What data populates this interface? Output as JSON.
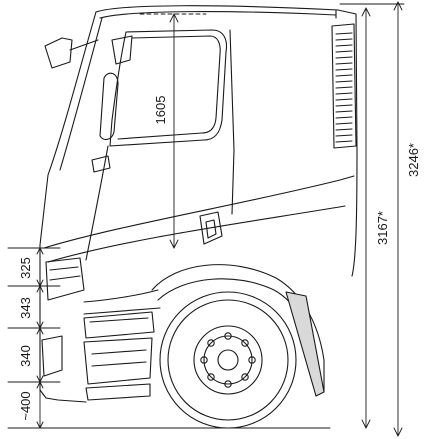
{
  "dimensions": {
    "cab_interior_height": "1605",
    "overall_height_a": "3167*",
    "overall_height_b": "3246*",
    "step_1": "325",
    "step_2": "343",
    "step_3": "340",
    "ground_to_step": "~400"
  },
  "colors": {
    "line": "#1a1a1a",
    "shade": "#d9d9d9",
    "background": "#ffffff"
  }
}
